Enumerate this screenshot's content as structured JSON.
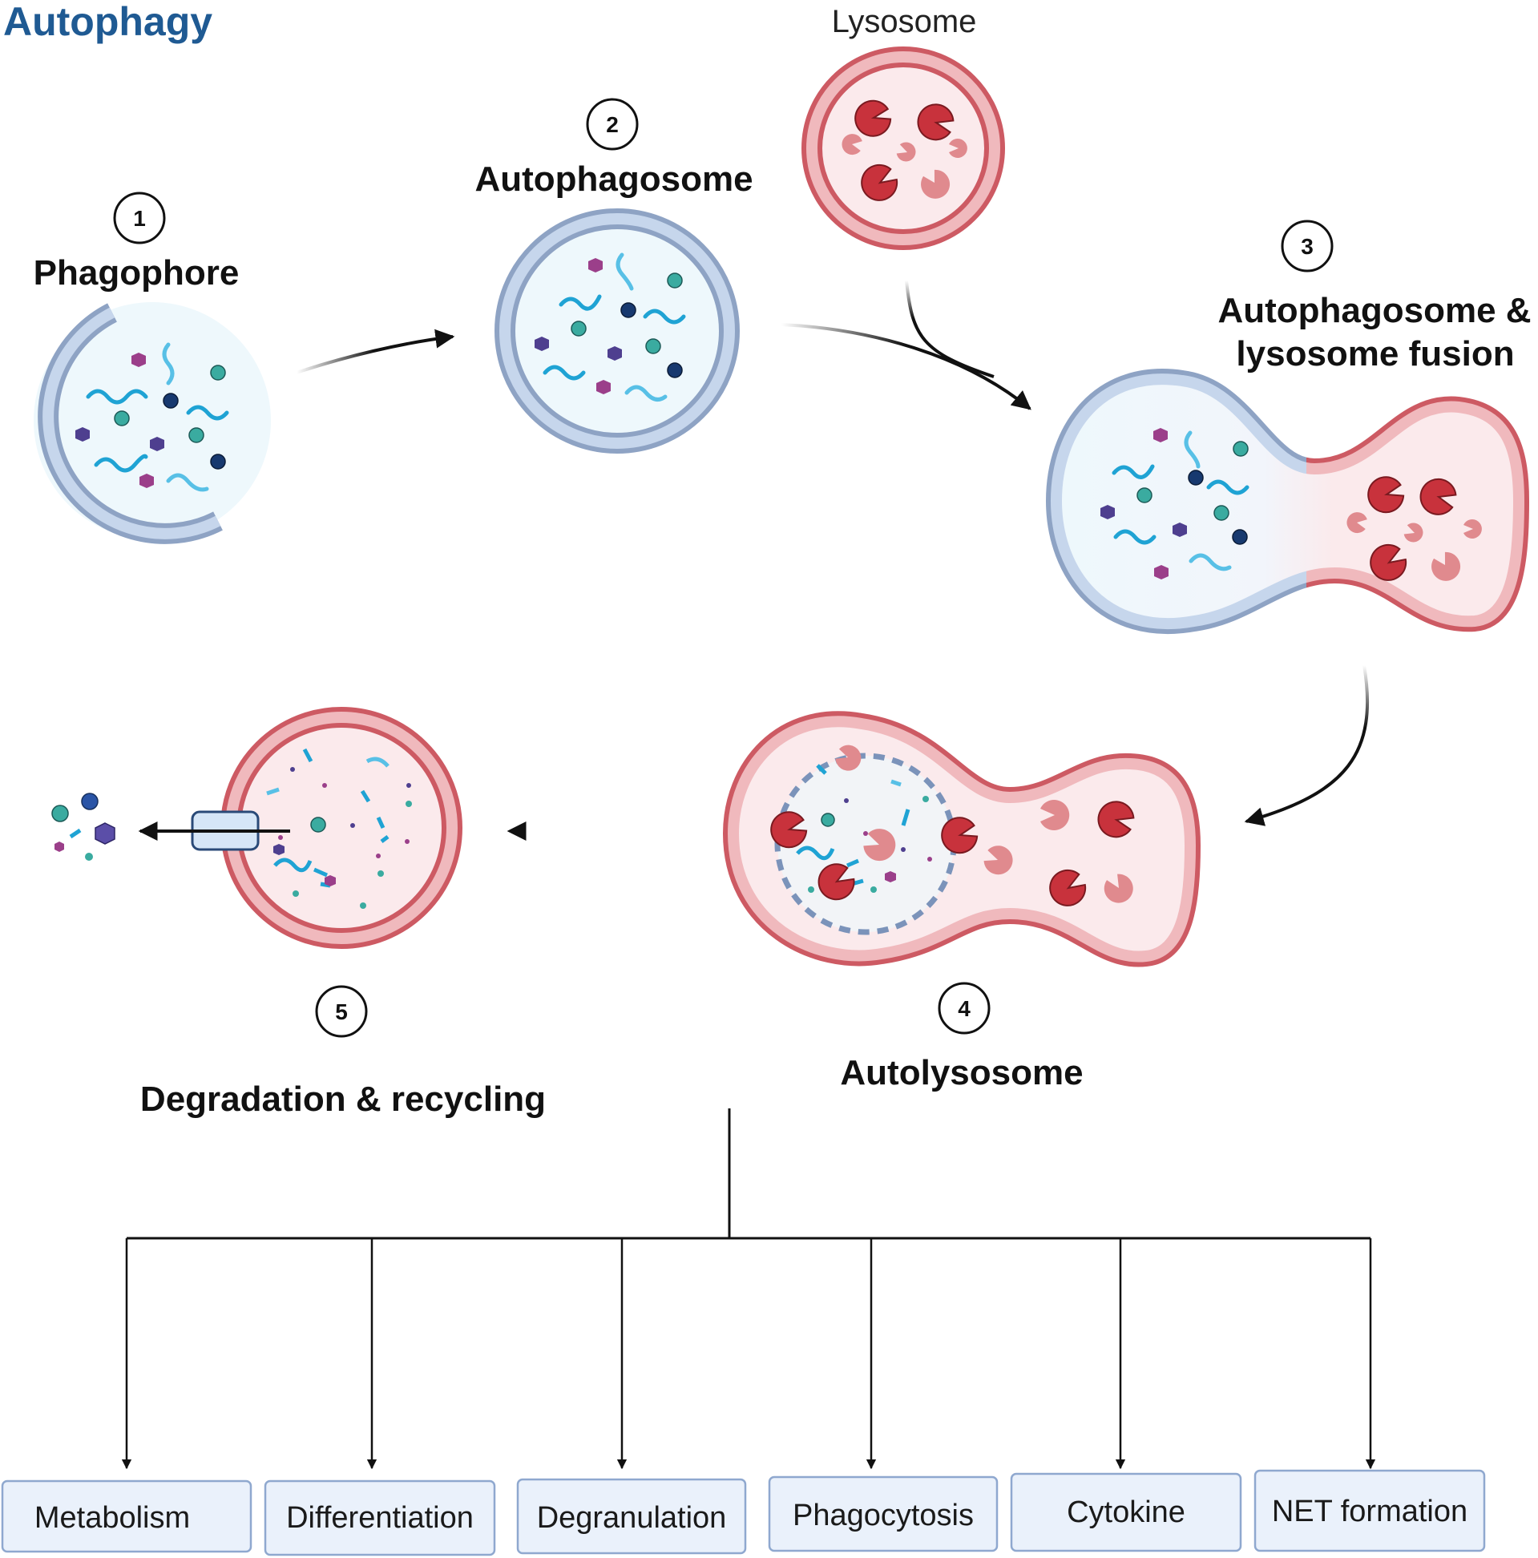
{
  "title": "Autophagy",
  "lysosome_label": "Lysosome",
  "steps": [
    {
      "number": "1",
      "label": "Phagophore"
    },
    {
      "number": "2",
      "label": "Autophagosome"
    },
    {
      "number": "3",
      "label_line1": "Autophagosome &",
      "label_line2": "lysosome fusion"
    },
    {
      "number": "4",
      "label": "Autolysosome"
    },
    {
      "number": "5",
      "label": "Degradation & recycling"
    }
  ],
  "outcomes": [
    "Metabolism",
    "Differentiation",
    "Degranulation",
    "Phagocytosis",
    "Cytokine",
    "NET formation"
  ],
  "colors": {
    "title": "#1f5a93",
    "autophagosome_membrane": "#8ea3c4",
    "lysosome_membrane": "#cd5a63",
    "lumen_blue": "#eef8fc",
    "lumen_pink": "#fbeaec",
    "enzyme_dark": "#c8323c",
    "enzyme_light": "#e08a8e",
    "box_fill": "#eaf1fb",
    "box_border": "#8fa8cf"
  }
}
